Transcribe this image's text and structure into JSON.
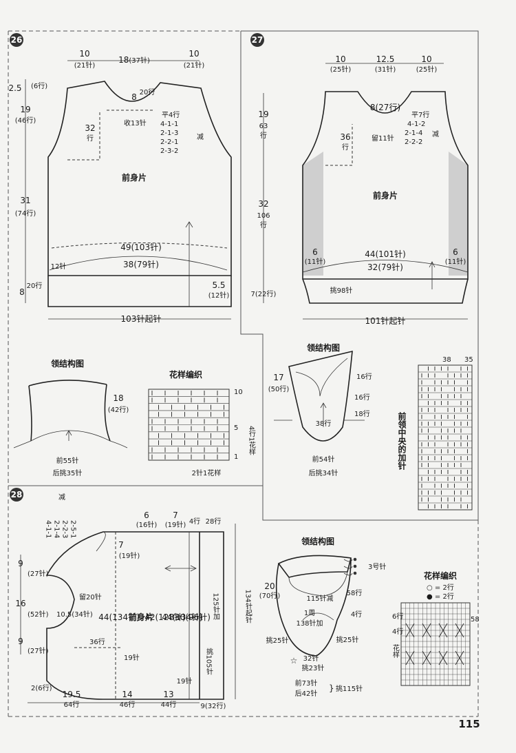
{
  "page_number": "115",
  "p26": {
    "badge": "26",
    "top": {
      "l": "10",
      "l_sub": "(21针)",
      "c": "18",
      "c_sub": "(37针)",
      "r": "10",
      "r_sub": "(21针)"
    },
    "left": {
      "a": "2.5",
      "a_sub": "(6行)",
      "b": "19",
      "b_sub": "(46行)",
      "c": "31",
      "c_sub": "(74行)",
      "d": "8",
      "d_sub": "20行"
    },
    "neck": {
      "w": "8",
      "h": "20行",
      "bind": "收13针",
      "depth": "32",
      "depth_sub": "行"
    },
    "dec": [
      "平4行",
      "4-1-1",
      "2-1-3",
      "2-2-1",
      "2-3-2"
    ],
    "dec_word": "减",
    "body": "前身片",
    "w49": "49(103针)",
    "w38": "38(79针)",
    "side": "12针",
    "rib_r": "5.5",
    "rib_r_sub": "(12针)",
    "cast": "103针起针"
  },
  "p27": {
    "badge": "27",
    "top": {
      "l": "10",
      "l_sub": "(25针)",
      "c": "12.5",
      "c_sub": "(31针)",
      "r": "10",
      "r_sub": "(25针)"
    },
    "left": {
      "a": "19",
      "a_sub": "63",
      "a_sub2": "行",
      "b": "32",
      "b_sub": "106",
      "b_sub2": "行",
      "c": "7(22行)"
    },
    "neck": {
      "w": "8(27行)",
      "bind": "留11针",
      "depth": "36",
      "depth_sub": "行"
    },
    "dec": [
      "平7行",
      "4-1-2",
      "2-1-4",
      "2-2-2"
    ],
    "dec_word": "减",
    "body": "前身片",
    "w44": "44(101针)",
    "w32": "32(79针)",
    "side_l": "6",
    "side_l_sub": "(11针)",
    "side_r": "6",
    "side_r_sub": "(11针)",
    "pick": "挑98针",
    "cast": "101针起针"
  },
  "p26b": {
    "collar_title": "领结构图",
    "collar_h": "18",
    "collar_h_sub": "(42行)",
    "collar_front": "前55针",
    "collar_back": "后挑35针",
    "pattern_title": "花样编织",
    "pat_top": "10",
    "pat_5": "5",
    "pat_1": "1",
    "pat_rep": "4行1花样",
    "pat_bottom": "2针1花样"
  },
  "p27b": {
    "collar_title": "领结构图",
    "c17": "17",
    "c17_sub": "(50行)",
    "r16a": "16行",
    "r16b": "16行",
    "r18": "18行",
    "r38": "38行",
    "front": "前54针",
    "back": "后挑34针",
    "grid_title": "前领中央的加针",
    "g38": "38",
    "g35": "35"
  },
  "p28": {
    "badge": "28",
    "dec": [
      "4-1-1",
      "2-1-4",
      "2-2-3",
      "2-5-1"
    ],
    "dec_word": "减",
    "t6": "6",
    "t6_sub": "(16针)",
    "t7": "7",
    "t7_sub": "(19针)",
    "t4": "4行",
    "t28": "28行",
    "l7": "7",
    "l7_sub": "(19针)",
    "left_a": "9",
    "left_a_sub": "(27针)",
    "left_b": "16",
    "left_b_sub": "(52针)",
    "left_c": "9",
    "left_c_sub": "(27针)",
    "neck": "10.5(34针)",
    "keep": "留20针",
    "r36": "36行",
    "r19": "19针",
    "v44a": "44(134针)",
    "body": "前身片",
    "v42": "42(128针)",
    "v44b": "44(134针)",
    "v30": "30(96针)",
    "v125": "125针加",
    "pick105": "挑105针",
    "v134": "134针起针",
    "b19": "19针",
    "bot_l": "2(6行)",
    "bot_a": "19.5",
    "bot_a_sub": "64行",
    "bot_b": "14",
    "bot_b_sub": "46行",
    "bot_c": "13",
    "bot_c_sub": "44行",
    "bot_d": "9(32行)"
  },
  "p28b": {
    "collar_title": "领结构图",
    "needle": "3号针",
    "c20": "20",
    "c20_sub": "(70行)",
    "r115": "115针减",
    "r58": "58行",
    "round1": "1周",
    "round2": "138针加",
    "r4": "4行",
    "pick25l": "挑25针",
    "pick25r": "挑25针",
    "r32": "32针",
    "pick23": "挑23针",
    "front": "前73针",
    "back": "后42针",
    "pick115": "挑115针",
    "pattern_title": "花样编织",
    "legend1": "○ = 2行",
    "legend2": "● = 2行",
    "p6": "6行",
    "p4": "4行",
    "phua": "花样",
    "p58": "58"
  }
}
